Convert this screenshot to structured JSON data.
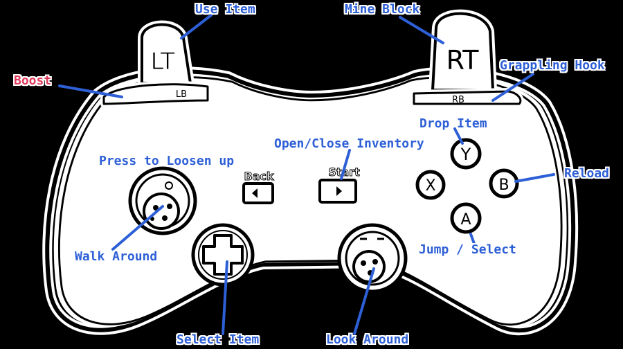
{
  "controller": {
    "buttons": {
      "lt": "LT",
      "rt": "RT",
      "lb": "LB",
      "rb": "RB",
      "back": "Back",
      "start": "Start",
      "y": "Y",
      "x": "X",
      "b": "B",
      "a": "A"
    }
  },
  "labels": {
    "use_item": "Use Item",
    "mine_block": "Mine Block",
    "boost": "Boost",
    "grappling_hook": "Grappling Hook",
    "drop_item": "Drop Item",
    "open_close_inventory": "Open/Close Inventory",
    "press_to_loosen_up": "Press to Loosen up",
    "reload": "Reload",
    "walk_around": "Walk Around",
    "jump_select": "Jump / Select",
    "select_item": "Select Item",
    "look_around": "Look Around"
  },
  "colors": {
    "background": "#000000",
    "outline": "#ffffff",
    "label_text": "#2d5fd6",
    "accent_label": "#e03a5a",
    "pointer_line": "#2d5fd6"
  }
}
